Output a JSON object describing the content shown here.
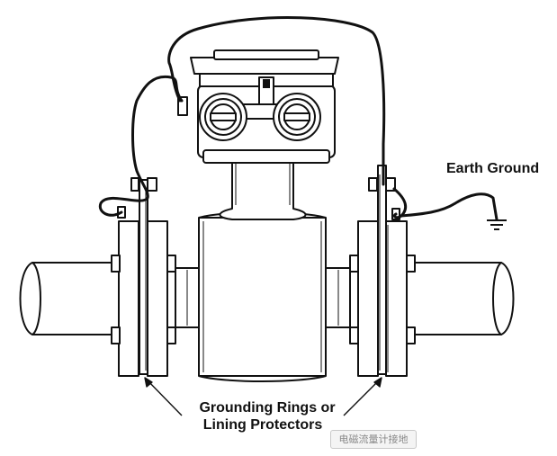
{
  "labels": {
    "earth_ground": "Earth Ground",
    "rings_line1": "Grounding Rings or",
    "rings_line2": "Lining Protectors"
  },
  "watermark": "电磁流量计接地",
  "colors": {
    "line": "#111111",
    "fill": "#ffffff"
  }
}
